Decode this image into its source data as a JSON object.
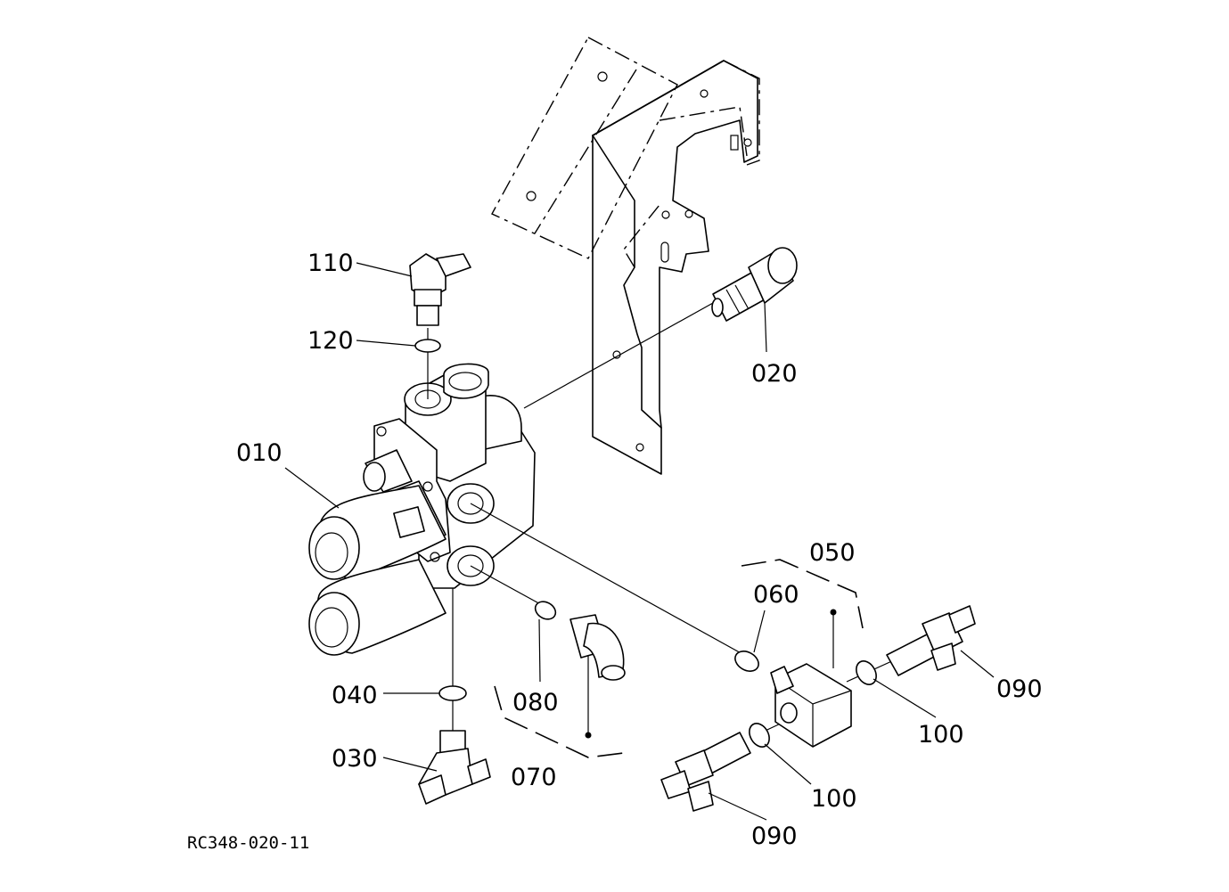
{
  "diagram": {
    "reference_code": "RC348-020-11",
    "parts": {
      "p010": "010",
      "p020": "020",
      "p030": "030",
      "p040": "040",
      "p050": "050",
      "p060": "060",
      "p070": "070",
      "p080": "080",
      "p090a": "090",
      "p090b": "090",
      "p100a": "100",
      "p100b": "100",
      "p110": "110",
      "p120": "120"
    }
  }
}
